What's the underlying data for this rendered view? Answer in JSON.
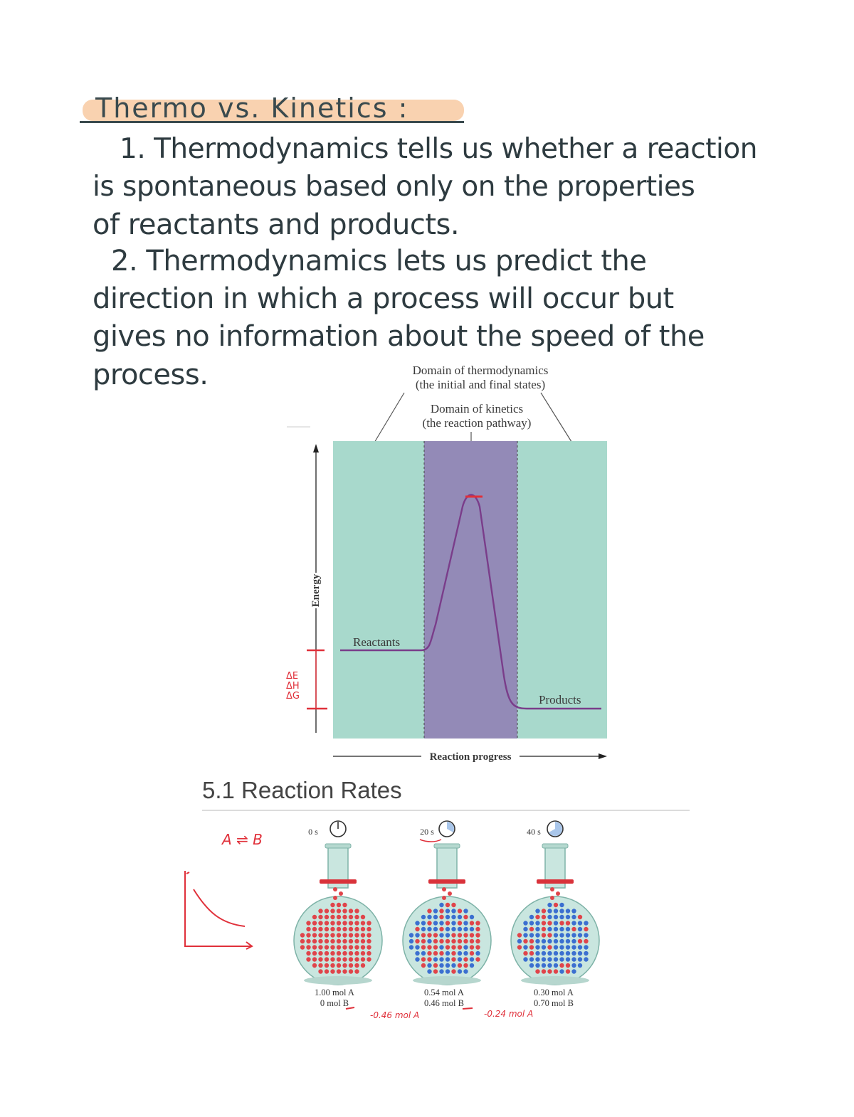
{
  "notes": {
    "title": "Thermo vs. Kinetics :",
    "lines": [
      "1. Thermodynamics tells us whether a reaction",
      "is spontaneous based only on the properties",
      "of reactants and products.",
      "2. Thermodynamics lets us predict the",
      "direction in which a process will occur but",
      "gives no information about the speed of the",
      "process."
    ]
  },
  "diagram": {
    "thermo_domain": [
      "Domain of thermodynamics",
      "(the initial and final states)"
    ],
    "kinetic_domain": [
      "Domain of kinetics",
      "(the reaction pathway)"
    ],
    "y_axis": "Energy",
    "x_axis": "Reaction progress",
    "reactants": "Reactants",
    "products": "Products",
    "annotation": [
      "ΔE",
      "ΔH",
      "ΔG"
    ],
    "colors": {
      "green_domain": "#a8d9cc",
      "purple_domain": "#938ab7",
      "curve": "#7a3d8a",
      "annotation": "#e0303a"
    }
  },
  "section": {
    "title": "5.1 Reaction Rates",
    "reaction_note": "A ⇌ B",
    "flasks": [
      {
        "time": "0 s",
        "elapsed_fraction": 0,
        "mol_a": "1.00 mol A",
        "mol_b": "0 mol B"
      },
      {
        "time": "20 s",
        "elapsed_fraction": 0.33,
        "mol_a": "0.54 mol A",
        "mol_b": "0.46 mol B"
      },
      {
        "time": "40 s",
        "elapsed_fraction": 0.67,
        "mol_a": "0.30 mol A",
        "mol_b": "0.70 mol B"
      }
    ],
    "deltas": [
      "-0.46 mol A",
      "-0.24 mol A"
    ],
    "colors": {
      "molecule_a": "#e0444a",
      "molecule_b": "#3b6fd0",
      "flask_glass": "#c9e6df"
    }
  }
}
